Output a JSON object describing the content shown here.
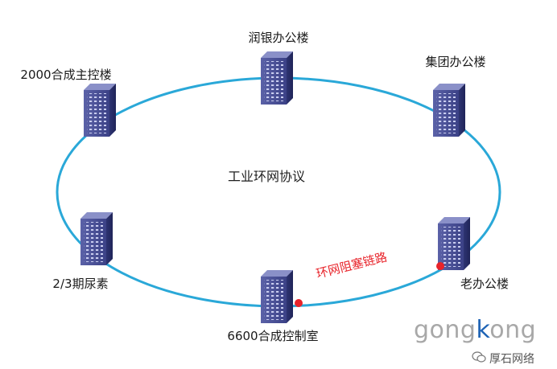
{
  "diagram": {
    "center_label": "工业环网协议",
    "blocked_link_label": "环网阻塞链路",
    "nodes": [
      {
        "id": "runyin",
        "label": "润银办公楼"
      },
      {
        "id": "group",
        "label": "集团办公楼"
      },
      {
        "id": "main2000",
        "label": "2000合成主控楼"
      },
      {
        "id": "urea",
        "label": "2/3期尿素"
      },
      {
        "id": "ctrl6600",
        "label": "6600合成控制室"
      },
      {
        "id": "old",
        "label": "老办公楼"
      }
    ],
    "colors": {
      "ring": "#2aa8d8",
      "blocked_dot": "#e8232a",
      "blocked_text": "#e8232a",
      "server_dark": "#2e3472",
      "server_light": "#5b62a8"
    }
  },
  "watermark": {
    "brand_prefix": "gong",
    "brand_accent": "k",
    "brand_suffix": "ong",
    "name": "厚石网络",
    "icon": "chat-bubble-icon"
  }
}
